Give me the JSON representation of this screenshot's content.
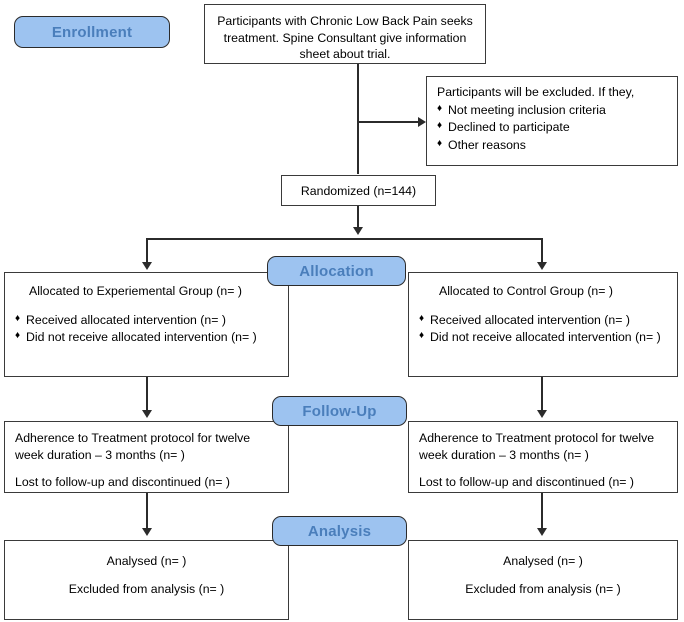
{
  "diagram": {
    "title": "CONSORT participant flow diagram",
    "accent_pill_fill": "#9DC3F0",
    "accent_pill_text": "#4a7ebb",
    "box_border": "#3a3a3a",
    "connector_color": "#2b2b2b",
    "bullet_glyph": "♦"
  },
  "stages": {
    "enrollment": "Enrollment",
    "allocation": "Allocation",
    "followup": "Follow-Up",
    "analysis": "Analysis"
  },
  "enrollment": {
    "source_box": "Participants with Chronic Low Back Pain seeks treatment. Spine Consultant give information sheet about trial.",
    "excluded_box": {
      "heading": "Participants will be excluded. If they,",
      "reasons": [
        "Not meeting inclusion criteria",
        "Declined to participate",
        "Other reasons"
      ]
    },
    "randomized": "Randomized (n=144)"
  },
  "allocation": {
    "experimental": {
      "title": "Allocated to Experiemental Group  (n=  )",
      "items": [
        "Received allocated intervention (n=  )",
        "Did not receive allocated intervention (n=  )"
      ]
    },
    "control": {
      "title": "Allocated to Control Group (n=  )",
      "items": [
        "Received allocated intervention (n=  )",
        "Did not receive allocated intervention (n=  )"
      ]
    }
  },
  "followup": {
    "experimental": {
      "line1": " Adherence to Treatment protocol for twelve week duration – 3 months (n=  )",
      "line2": "Lost to follow-up and discontinued (n=  )"
    },
    "control": {
      "line1": "Adherence to Treatment protocol for twelve week duration – 3 months (n=  )",
      "line2": "Lost to follow-up and discontinued (n=  )"
    }
  },
  "analysis": {
    "experimental": {
      "line1": "Analysed (n=  )",
      "line2": "Excluded from analysis (n=  )"
    },
    "control": {
      "line1": "Analysed (n=  )",
      "line2": "Excluded from analysis (n=  )"
    }
  }
}
